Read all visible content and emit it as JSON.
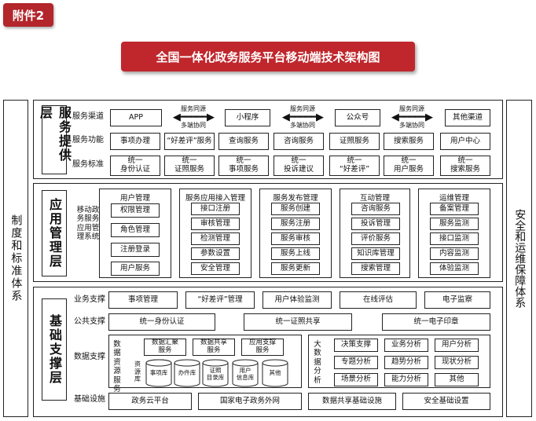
{
  "badge": "附件2",
  "title": "全国一体化政务服务平台移动端技术架构图",
  "left_side": "制度和标准体系",
  "right_side": "安全和运维保障体系",
  "service_layer": {
    "name": "服务提供层",
    "channels_label": "服务渠道",
    "functions_label": "服务功能",
    "standards_label": "服务标准",
    "channels": [
      "APP",
      "小程序",
      "公众号",
      "其他渠道"
    ],
    "arrow_top": "服务同源",
    "arrow_bottom": "多端协同",
    "functions": [
      "事项办理",
      "“好差评”服务",
      "查询服务",
      "咨询服务",
      "证照服务",
      "搜索服务",
      "用户中心"
    ],
    "standards": [
      "统一\n身份认证",
      "统一\n证照服务",
      "统一\n事项服务",
      "统一\n投诉建议",
      "统一\n“好差评”",
      "统一\n用户服务",
      "统一\n搜索服务"
    ]
  },
  "app_layer": {
    "name": "应用管理层",
    "system_label": "移动政务服务应用管理系统",
    "groups": [
      {
        "title": "用户管理",
        "items": [
          "权限管理",
          "角色管理",
          "注册登录",
          "用户服务"
        ]
      },
      {
        "title": "服务应用接入管理",
        "items": [
          "接口注册",
          "审核管理",
          "检测管理",
          "参数设置",
          "安全管理"
        ]
      },
      {
        "title": "服务发布管理",
        "items": [
          "服务创建",
          "服务注册",
          "服务审核",
          "服务上线",
          "服务更新"
        ]
      },
      {
        "title": "互动管理",
        "items": [
          "咨询服务",
          "投诉管理",
          "评价服务",
          "知识库管理",
          "搜索管理"
        ]
      },
      {
        "title": "运维管理",
        "items": [
          "备案管理",
          "服务监测",
          "接口监测",
          "内容监测",
          "体验监测"
        ]
      }
    ]
  },
  "base_layer": {
    "name": "基础支撑层",
    "business_label": "业务支撑",
    "public_label": "公共支撑",
    "data_label": "数据支撑",
    "infra_label": "基础设施",
    "business": [
      "事项管理",
      "“好差评”管理",
      "用户体验监测",
      "在线评估",
      "电子监察"
    ],
    "public": [
      "统一身份认证",
      "统一证照共享",
      "统一电子印章"
    ],
    "data_resource_label": "数据资源服务",
    "resource_pool_label": "资源库",
    "data_services": [
      "数据汇聚\n服务",
      "数据共享\n服务",
      "应用支撑\n服务"
    ],
    "databases": [
      "事项库",
      "办件库",
      "证照\n目录库",
      "用户\n信息库",
      "其他"
    ],
    "bigdata_label": "大数据分析",
    "analysis": [
      "决策支撑",
      "业务分析",
      "用户分析",
      "专题分析",
      "趋势分析",
      "现状分析",
      "场景分析",
      "能力分析",
      "其他"
    ],
    "infra": [
      "政务云平台",
      "国家电子政务外网",
      "数据共享基础设施",
      "安全基础设置"
    ]
  }
}
